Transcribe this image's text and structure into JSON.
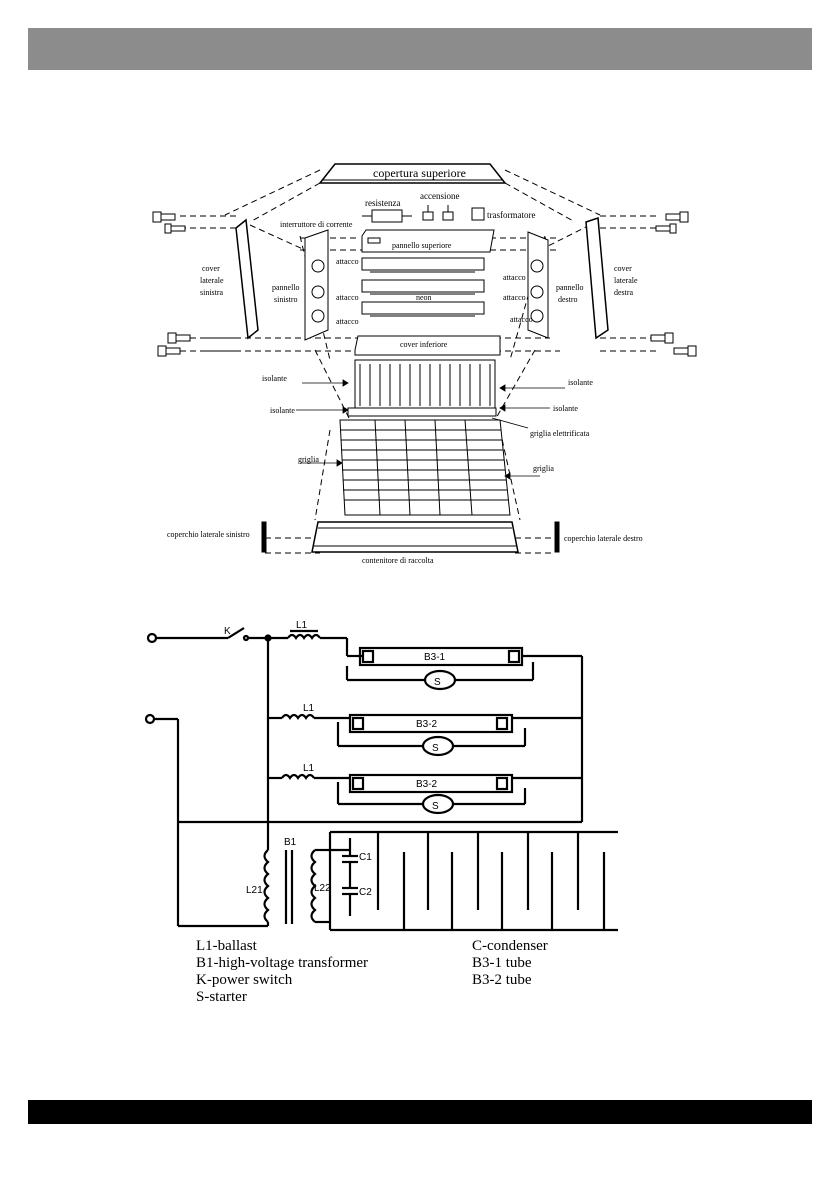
{
  "exploded": {
    "top_cover": "copertura superiore",
    "resistor": "resistenza",
    "ignition": "accensione",
    "transformer": "trasformatore",
    "power_switch": "interruttore di corrente",
    "top_panel": "pannello superiore",
    "left_cover": [
      "cover",
      "laterale",
      "sinistra"
    ],
    "right_cover": [
      "cover",
      "laterale",
      "destra"
    ],
    "left_panel": [
      "pannello",
      "sinistro"
    ],
    "right_panel": [
      "pannello",
      "destro"
    ],
    "socket": "attacco",
    "neon": "neon",
    "bottom_cover": "cover inferiore",
    "insulator": "isolante",
    "electrified_grid": "griglia elettrificata",
    "grid": "griglia",
    "left_side_lid": "coperchio laterale sinistro",
    "right_side_lid": "coperchio laterale destro",
    "collector": "contenitore di raccolta"
  },
  "schematic": {
    "switch": "K",
    "ballast": "L1",
    "tube1": "B3-1",
    "tube2": "B3-2",
    "tube3": "B3-2",
    "starter": "S",
    "transformer": "B1",
    "coil_primary": "L21",
    "coil_secondary": "L22",
    "cap1": "C1",
    "cap2": "C2"
  },
  "legend": {
    "left": [
      "L1-ballast",
      "B1-high-voltage transformer",
      "K-power switch",
      "S-starter"
    ],
    "right": [
      "C-condenser",
      "B3-1 tube",
      "B3-2 tube"
    ]
  }
}
